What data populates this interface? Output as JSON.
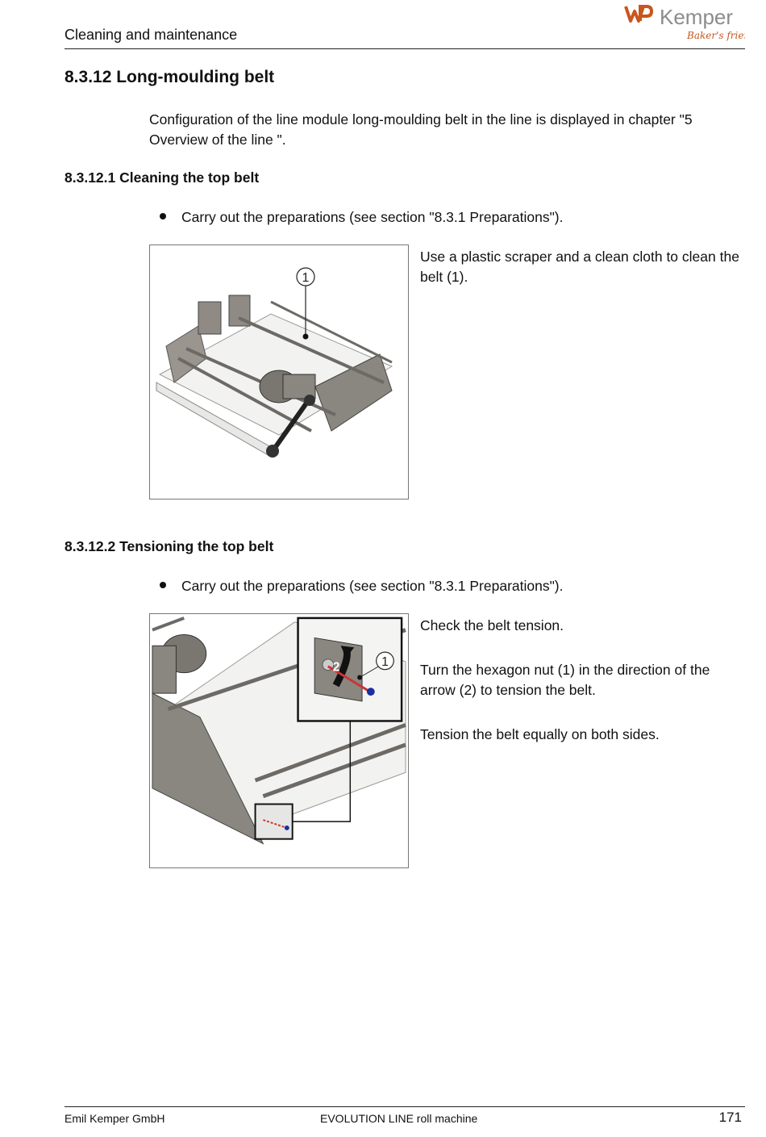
{
  "header": {
    "title": "Cleaning and maintenance",
    "logo_text": "Kemper",
    "logo_tagline": "Baker's friend"
  },
  "section": {
    "heading": "8.3.12 Long-moulding belt",
    "intro": "Configuration of the line module long-moulding belt in the line is displayed in chapter \"5 Overview of the line \"."
  },
  "sub1": {
    "heading": "8.3.12.1 Cleaning the top belt",
    "bullet": "Carry out the preparations (see section \"8.3.1 Preparations\").",
    "callout": "1",
    "paragraphs": [
      "Use a plastic scraper and a clean cloth to clean the belt (1)."
    ]
  },
  "sub2": {
    "heading": "8.3.12.2 Tensioning the top belt",
    "bullet": "Carry out the preparations (see section \"8.3.1 Preparations\").",
    "callout_1": "1",
    "callout_2": "2",
    "paragraphs": [
      "Check the belt tension.",
      "Turn the hexagon nut (1) in the direction of the arrow (2) to tension the belt.",
      "Tension the belt equally on both sides."
    ]
  },
  "footer": {
    "company": "Emil Kemper GmbH",
    "product": "EVOLUTION LINE roll machine",
    "page_number": "171"
  },
  "colors": {
    "logo_brand": "#c8561e",
    "machine_frame": "#8a8680",
    "belt": "#f2f2f0"
  }
}
